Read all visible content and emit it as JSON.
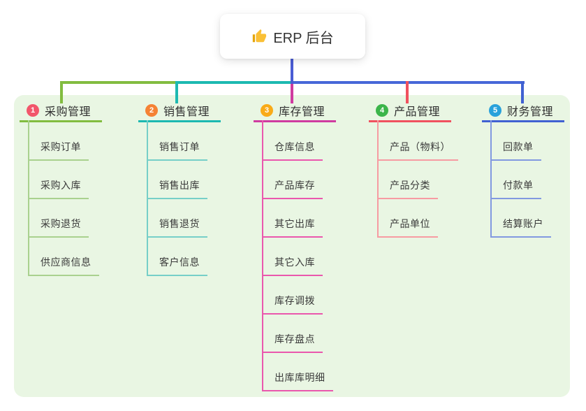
{
  "root": {
    "label": "ERP 后台",
    "icon": "thumbs-up-icon"
  },
  "branches": [
    {
      "badge": "1",
      "label": "采购管理",
      "badge_color": "#f2566b",
      "color": "#82bc40",
      "child_color": "#a9d18e",
      "children": [
        "采购订单",
        "采购入库",
        "采购退货",
        "供应商信息"
      ]
    },
    {
      "badge": "2",
      "label": "销售管理",
      "badge_color": "#f58234",
      "color": "#1db9b1",
      "child_color": "#76cfc8",
      "children": [
        "销售订单",
        "销售出库",
        "销售退货",
        "客户信息"
      ]
    },
    {
      "badge": "3",
      "label": "库存管理",
      "badge_color": "#f9ab18",
      "color": "#cf3ba0",
      "child_color": "#ea57ad",
      "children": [
        "仓库信息",
        "产品库存",
        "其它出库",
        "其它入库",
        "库存调拨",
        "库存盘点",
        "出库库明细"
      ]
    },
    {
      "badge": "4",
      "label": "产品管理",
      "badge_color": "#3bb54a",
      "color": "#f0515f",
      "child_color": "#f79ba2",
      "children": [
        "产品（物料）",
        "产品分类",
        "产品单位"
      ]
    },
    {
      "badge": "5",
      "label": "财务管理",
      "badge_color": "#29a1db",
      "color": "#4161d2",
      "child_color": "#8299e0",
      "children": [
        "回款单",
        "付款单",
        "结算账户"
      ]
    }
  ],
  "connectors": {
    "root_stem_color": "#4a5cd4",
    "bus_right_color": "#4767d8"
  },
  "panel_color": "#e9f6e3",
  "background_color": "#ffffff"
}
